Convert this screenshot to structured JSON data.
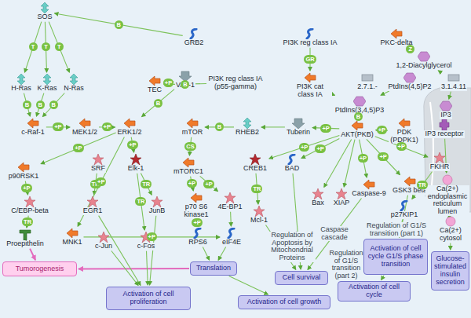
{
  "diagram": {
    "nodes": [
      {
        "text": [
          "SOS"
        ]
      },
      {
        "text": [
          "GRB2"
        ]
      },
      {
        "text": [
          "PI3K reg class IA"
        ]
      },
      {
        "text": [
          "PKC-delta"
        ]
      },
      {
        "text": [
          "1,2-Diacylglycerol"
        ]
      },
      {
        "text": [
          "H-Ras"
        ]
      },
      {
        "text": [
          "K-Ras"
        ]
      },
      {
        "text": [
          "N-Ras"
        ]
      },
      {
        "text": [
          "TEC"
        ]
      },
      {
        "text": [
          "VAV-1"
        ]
      },
      {
        "text": [
          "PI3K reg class IA (p55-gamma)"
        ]
      },
      {
        "text": [
          "PI3K cat class IA"
        ]
      },
      {
        "text": [
          "2.7.1.-"
        ]
      },
      {
        "text": [
          "PtdIns(4,5)P2"
        ]
      },
      {
        "text": [
          "3.1.4.11"
        ]
      },
      {
        "text": [
          "PtdIns(3,4,5)P3"
        ]
      },
      {
        "text": [
          "IP3"
        ]
      },
      {
        "text": [
          "IP3 receptor"
        ]
      },
      {
        "text": [
          "c-Raf-1"
        ]
      },
      {
        "text": [
          "MEK1/2"
        ]
      },
      {
        "text": [
          "ERK1/2"
        ]
      },
      {
        "text": [
          "mTOR"
        ]
      },
      {
        "text": [
          "RHEB2"
        ]
      },
      {
        "text": [
          "Tuberin"
        ]
      },
      {
        "text": [
          "AKT(PKB)"
        ]
      },
      {
        "text": [
          "PDK (PDPK1)"
        ]
      },
      {
        "text": [
          "p90RSK1"
        ]
      },
      {
        "text": [
          "SRF"
        ]
      },
      {
        "text": [
          "Elk-1"
        ]
      },
      {
        "text": [
          "mTORC1"
        ]
      },
      {
        "text": [
          "CREB1"
        ]
      },
      {
        "text": [
          "BAD"
        ]
      },
      {
        "text": [
          "Bax"
        ]
      },
      {
        "text": [
          "XIAP"
        ]
      },
      {
        "text": [
          "Caspase-9"
        ]
      },
      {
        "text": [
          "GSK3 beta"
        ]
      },
      {
        "text": [
          "FKHR"
        ]
      },
      {
        "text": [
          "p27KIP1"
        ]
      },
      {
        "text": [
          "Mcl-1"
        ]
      },
      {
        "text": [
          "C/EBP-beta"
        ]
      },
      {
        "text": [
          "EGR1"
        ]
      },
      {
        "text": [
          "JunB"
        ]
      },
      {
        "text": [
          "p70 S6 kinase1"
        ]
      },
      {
        "text": [
          "4E-BP1"
        ]
      },
      {
        "text": [
          "Proepithelin"
        ]
      },
      {
        "text": [
          "MNK1"
        ]
      },
      {
        "text": [
          "c-Jun"
        ]
      },
      {
        "text": [
          "c-Fos"
        ]
      },
      {
        "text": [
          "RPS6"
        ]
      },
      {
        "text": [
          "eIF4E"
        ]
      },
      {
        "text": [
          "Ca(2+) endoplasmic reticulum lumen"
        ]
      },
      {
        "text": [
          "Ca(2+) cytosol"
        ]
      },
      {
        "text": [
          "Tumorogenesis"
        ]
      },
      {
        "text": [
          "Translation"
        ]
      },
      {
        "text": [
          "Cell survival"
        ]
      },
      {
        "text": [
          "Activation of cell cycle G1/S phase transition"
        ]
      },
      {
        "text": [
          "Glucose-stimulated insulin secretion"
        ]
      },
      {
        "text": [
          "Activation of cell proliferation"
        ]
      },
      {
        "text": [
          "Activation of cell cycle"
        ]
      },
      {
        "text": [
          "Activation of cell growth"
        ]
      }
    ],
    "edges": [
      {
        "from": 0,
        "to": 5,
        "arrow": "to",
        "label": "T"
      },
      {
        "from": 0,
        "to": 6,
        "arrow": "to",
        "label": "T"
      },
      {
        "from": 0,
        "to": 7,
        "arrow": "to",
        "label": "T"
      },
      {
        "from": 1,
        "to": 0,
        "arrow": "to",
        "label": "B"
      },
      {
        "from": 5,
        "to": 18,
        "arrow": "to",
        "label": "B"
      },
      {
        "from": 6,
        "to": 18,
        "arrow": "to",
        "label": "B"
      },
      {
        "from": 7,
        "to": 18,
        "arrow": "to",
        "label": "B"
      },
      {
        "from": 18,
        "to": 19,
        "arrow": "to",
        "label": "+P"
      },
      {
        "from": 19,
        "to": 20,
        "arrow": "to",
        "label": "+P"
      },
      {
        "from": 20,
        "to": 26,
        "arrow": "to",
        "label": "+P"
      },
      {
        "from": 20,
        "to": 28,
        "arrow": "to",
        "label": "+P"
      },
      {
        "from": 8,
        "to": 9,
        "arrow": "to",
        "label": "+P"
      },
      {
        "from": 9,
        "to": 20,
        "arrow": "to",
        "label": "B"
      },
      {
        "from": 10,
        "to": 8,
        "arrow": "to",
        "label": "B"
      },
      {
        "from": 2,
        "to": 11,
        "arrow": "to",
        "label": "GR"
      },
      {
        "from": 4,
        "to": 3,
        "arrow": "to",
        "label": "Z"
      },
      {
        "from": 11,
        "to": 15,
        "arrow": "to"
      },
      {
        "from": 13,
        "to": 15,
        "arrow": "to"
      },
      {
        "from": 14,
        "to": 4,
        "arrow": "to"
      },
      {
        "from": 14,
        "to": 16,
        "arrow": "to"
      },
      {
        "from": 16,
        "to": 17,
        "arrow": "to"
      },
      {
        "from": 17,
        "to": 50,
        "arrow": "to"
      },
      {
        "from": 50,
        "to": 51,
        "arrow": "to"
      },
      {
        "from": 51,
        "to": 56,
        "arrow": "to"
      },
      {
        "from": 15,
        "to": 24,
        "arrow": "to",
        "label": "B"
      },
      {
        "from": 25,
        "to": 24,
        "arrow": "to",
        "label": "+P"
      },
      {
        "from": 24,
        "to": 23,
        "arrow": "to",
        "label": "+P"
      },
      {
        "from": 23,
        "to": 22,
        "arrow": "to"
      },
      {
        "from": 22,
        "to": 21,
        "arrow": "to",
        "label": "B"
      },
      {
        "from": 21,
        "to": 29,
        "arrow": "to",
        "label": "CS"
      },
      {
        "from": 29,
        "to": 42,
        "arrow": "to",
        "label": "+P"
      },
      {
        "from": 29,
        "to": 43,
        "arrow": "to",
        "label": "+P"
      },
      {
        "from": 42,
        "to": 48,
        "arrow": "to",
        "label": "+P"
      },
      {
        "from": 43,
        "to": 49,
        "arrow": "to"
      },
      {
        "from": 48,
        "to": 53,
        "arrow": "to"
      },
      {
        "from": 49,
        "to": 53,
        "arrow": "to"
      },
      {
        "from": 24,
        "to": 30,
        "arrow": "to",
        "label": "+P"
      },
      {
        "from": 24,
        "to": 31,
        "arrow": "to",
        "label": "+P"
      },
      {
        "from": 24,
        "to": 32,
        "arrow": "to"
      },
      {
        "from": 24,
        "to": 33,
        "arrow": "to"
      },
      {
        "from": 24,
        "to": 34,
        "arrow": "to",
        "label": "+P"
      },
      {
        "from": 24,
        "to": 35,
        "arrow": "to",
        "label": "+P"
      },
      {
        "from": 24,
        "to": 36,
        "arrow": "to",
        "label": "+P"
      },
      {
        "from": 36,
        "to": 37,
        "arrow": "to",
        "label": "TR"
      },
      {
        "from": 30,
        "to": 38,
        "arrow": "to",
        "label": "TR"
      },
      {
        "from": 27,
        "to": 40,
        "arrow": "to",
        "label": "TR"
      },
      {
        "from": 28,
        "to": 47,
        "arrow": "to",
        "label": "TR"
      },
      {
        "from": 28,
        "to": 41,
        "arrow": "to",
        "label": "TR"
      },
      {
        "from": 26,
        "to": 39,
        "arrow": "to",
        "label": "+P"
      },
      {
        "from": 39,
        "to": 44,
        "arrow": "to",
        "label": "TR"
      },
      {
        "from": 44,
        "to": 52,
        "arrow": "to"
      },
      {
        "from": 20,
        "to": 45,
        "arrow": "to",
        "label": "+P"
      },
      {
        "from": 45,
        "to": 49,
        "arrow": "to",
        "label": "+P"
      },
      {
        "from": 38,
        "to": 54,
        "arrow": "to"
      },
      {
        "from": 31,
        "to": 54,
        "arrow": "to"
      },
      {
        "from": 34,
        "to": 54,
        "arrow": "to"
      },
      {
        "from": 35,
        "to": 55,
        "arrow": "to"
      },
      {
        "from": 37,
        "to": 55,
        "arrow": "to"
      },
      {
        "from": 55,
        "to": 58,
        "arrow": "to"
      },
      {
        "from": 53,
        "to": 59,
        "arrow": "to"
      },
      {
        "from": 53,
        "to": 52,
        "arrow": "to"
      },
      {
        "from": 46,
        "to": 57,
        "arrow": "to"
      },
      {
        "from": 47,
        "to": 57,
        "arrow": "to"
      },
      {
        "from": 41,
        "to": 57,
        "arrow": "to"
      },
      {
        "from": 40,
        "to": 57,
        "arrow": "to"
      }
    ],
    "labels": [
      "Regulation of Apoptosis by Mitochondrial Proteins",
      "Caspase cascade",
      "Regulation of G1/S transition (part 2)",
      "Regulation of G1/S transition (part 1)"
    ]
  }
}
